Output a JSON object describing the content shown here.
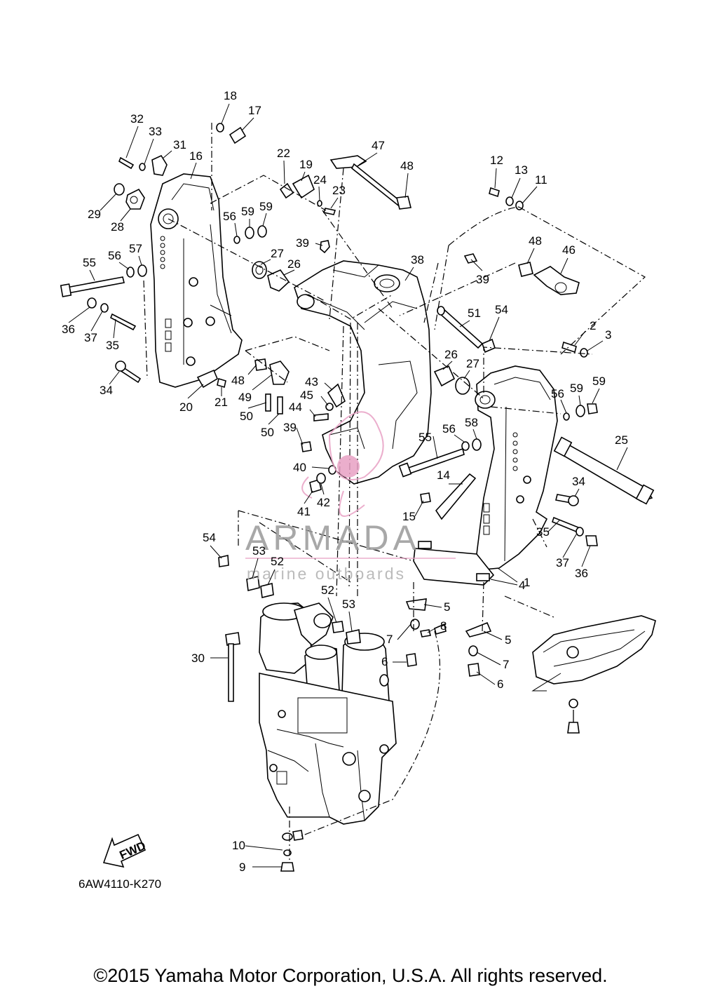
{
  "diagram_code": "6AW4110-K270",
  "fwd_label": "FWD",
  "watermark": {
    "brand": "ARMADA",
    "tagline": "marine outboards",
    "accent_color": "#e8a0c4"
  },
  "copyright": "©2015 Yamaha Motor Corporation, U.S.A. All rights reserved.",
  "callouts": [
    "1",
    "2",
    "3",
    "4",
    "5",
    "5",
    "6",
    "6",
    "7",
    "7",
    "8",
    "9",
    "10",
    "11",
    "12",
    "13",
    "14",
    "15",
    "16",
    "17",
    "18",
    "19",
    "20",
    "21",
    "22",
    "23",
    "24",
    "25",
    "26",
    "26",
    "27",
    "27",
    "28",
    "29",
    "30",
    "31",
    "32",
    "33",
    "34",
    "34",
    "35",
    "35",
    "36",
    "36",
    "37",
    "37",
    "38",
    "39",
    "39",
    "39",
    "40",
    "41",
    "42",
    "43",
    "44",
    "45",
    "46",
    "47",
    "48",
    "48",
    "48",
    "49",
    "50",
    "50",
    "51",
    "52",
    "52",
    "53",
    "53",
    "54",
    "54",
    "55",
    "55",
    "56",
    "56",
    "56",
    "56",
    "57",
    "58",
    "59",
    "59",
    "59",
    "59"
  ]
}
